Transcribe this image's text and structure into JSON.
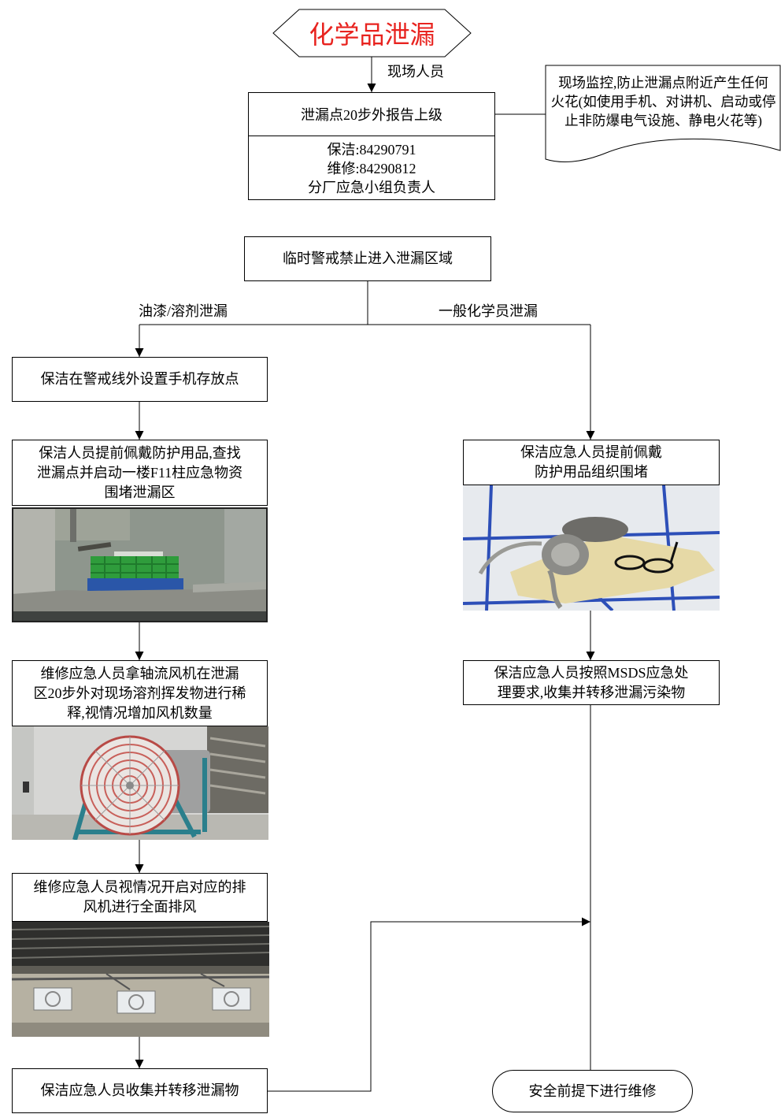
{
  "title": "化学品泄漏",
  "colors": {
    "title": "#e8231f",
    "line": "#000000"
  },
  "edge_labels": {
    "on_site": "现场人员",
    "paint_solvent": "油漆/溶剂泄漏",
    "general": "一般化学员泄漏"
  },
  "report_box": {
    "title": "泄漏点20步外报告上级",
    "contacts": [
      "保洁:84290791",
      "维修:84290812",
      "分厂应急小组负责人"
    ]
  },
  "monitor_note": [
    "现场监控,防止泄漏点附近产生任何",
    "火花(如使用手机、对讲机、启动或停",
    "止非防爆电气设施、静电火花等)"
  ],
  "cordon": "临时警戒禁止进入泄漏区域",
  "left_steps": [
    {
      "lines": [
        "保洁在警戒线外设置手机存放点"
      ]
    },
    {
      "lines": [
        "保洁人员提前佩戴防护用品,查找",
        "泄漏点并启动一楼F11柱应急物资",
        "围堵泄漏区"
      ]
    },
    {
      "lines": [
        "维修应急人员拿轴流风机在泄漏",
        "区20步外对现场溶剂挥发物进行稀",
        "释,视情况增加风机数量"
      ]
    },
    {
      "lines": [
        "维修应急人员视情况开启对应的排",
        "风机进行全面排风"
      ]
    },
    {
      "lines": [
        "保洁应急人员收集并转移泄漏物"
      ]
    }
  ],
  "right_steps": [
    {
      "lines": [
        "保洁应急人员提前佩戴",
        "防护用品组织围堵"
      ]
    },
    {
      "lines": [
        "保洁应急人员按照MSDS应急处",
        "理要求,收集并转移泄漏污染物"
      ]
    }
  ],
  "end": "安全前提下进行维修"
}
